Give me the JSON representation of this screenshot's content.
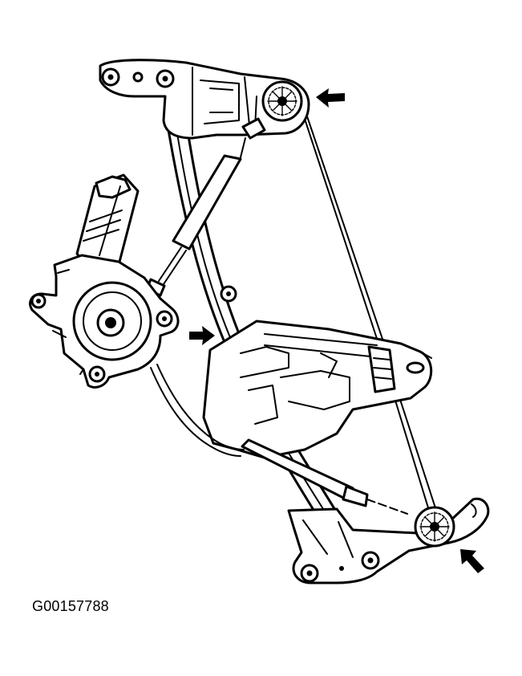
{
  "figure": {
    "caption": "G00157788"
  },
  "colors": {
    "ink": "#000000",
    "background": "#ffffff"
  },
  "parts": [
    {
      "name": "upper-bracket"
    },
    {
      "name": "upper-pulley"
    },
    {
      "name": "window-motor"
    },
    {
      "name": "guide-rail"
    },
    {
      "name": "glass-carrier"
    },
    {
      "name": "lower-bracket"
    },
    {
      "name": "lower-pulley"
    },
    {
      "name": "cable-conduit-upper"
    },
    {
      "name": "cable-conduit-lower"
    }
  ],
  "callout_arrows": [
    {
      "name": "arrow-upper-pulley",
      "direction": "left"
    },
    {
      "name": "arrow-guide-rail",
      "direction": "right"
    },
    {
      "name": "arrow-lower-pulley",
      "direction": "up-left"
    }
  ]
}
